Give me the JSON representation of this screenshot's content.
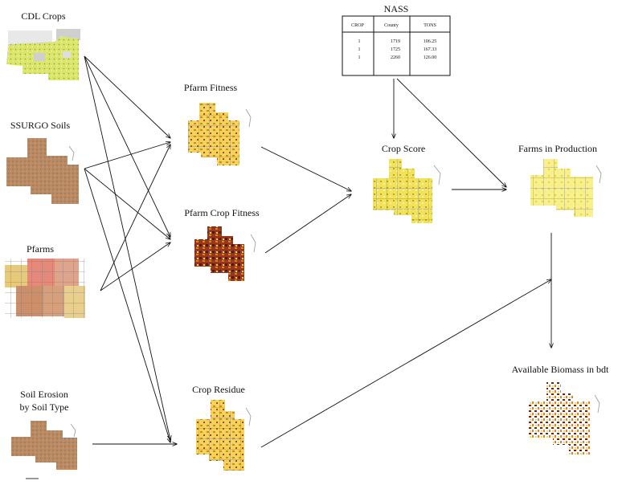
{
  "nodes": {
    "cdl_crops": {
      "label": "CDL Crops"
    },
    "ssurgo_soils": {
      "label": "SSURGO Soils"
    },
    "pfarms": {
      "label": "Pfarms"
    },
    "soil_erosion": {
      "label_line1": "Soil Erosion",
      "label_line2": "by Soil Type"
    },
    "pfarm_fitness": {
      "label": "Pfarm Fitness"
    },
    "pfarm_crop_fitness": {
      "label": "Pfarm Crop Fitness"
    },
    "crop_residue": {
      "label": "Crop Residue"
    },
    "crop_score": {
      "label": "Crop Score"
    },
    "farms_in_production": {
      "label": "Farms in Production"
    },
    "available_biomass": {
      "label": "Available Biomass in bdt"
    }
  },
  "nass": {
    "title": "NASS",
    "headers": [
      "CROP",
      "County",
      "TONS"
    ],
    "rows": [
      [
        "1",
        "1719",
        "106.25"
      ],
      [
        "1",
        "1725",
        "167.33"
      ],
      [
        "1",
        "2260",
        "126.00"
      ]
    ]
  },
  "colors": {
    "cdl_base": "#d9e56b",
    "cdl_gray": "#c8c8c8",
    "soil": "#b98a64",
    "fitness_yellow": "#f3d35a",
    "fitness_orange": "#d9832b",
    "dark_red": "#7a1f10",
    "pale_yellow": "#f8f08c",
    "grid_gray": "#8a8a8a"
  },
  "icons": [
    "map-thumbnail"
  ]
}
